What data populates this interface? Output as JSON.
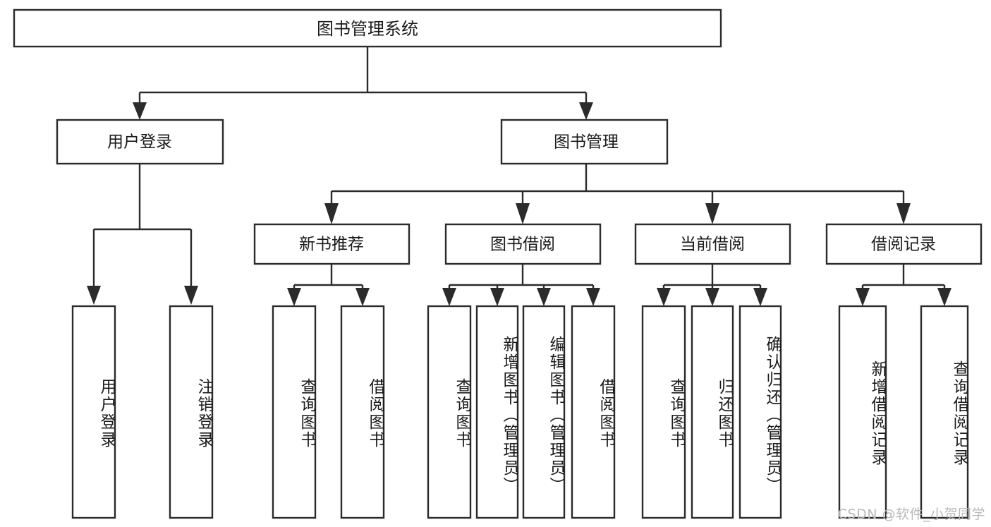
{
  "diagram": {
    "title": "图书管理系统",
    "type": "tree-hierarchy-chart",
    "background_color": "#ffffff",
    "line_color": "#2b2b2b",
    "text_color": "#1b1b1b"
  },
  "root": {
    "label": "图书管理系统"
  },
  "level2": [
    {
      "label": "用户登录"
    },
    {
      "label": "图书管理"
    }
  ],
  "level3": [
    {
      "label": "新书推荐"
    },
    {
      "label": "图书借阅"
    },
    {
      "label": "当前借阅"
    },
    {
      "label": "借阅记录"
    }
  ],
  "leaves": {
    "user_login": [
      {
        "label": "用户登录"
      },
      {
        "label": "注销登录"
      }
    ],
    "new_book_recommend": [
      {
        "label": "查询图书"
      },
      {
        "label": "借阅图书"
      }
    ],
    "book_borrow": [
      {
        "label": "查询图书"
      },
      {
        "label": "新增图书（管理员）"
      },
      {
        "label": "编辑图书（管理员）"
      },
      {
        "label": "借阅图书"
      }
    ],
    "current_borrow": [
      {
        "label": "查询图书"
      },
      {
        "label": "归还图书"
      },
      {
        "label": "确认归还（管理员）"
      }
    ],
    "borrow_record": [
      {
        "label": "新增借阅记录"
      },
      {
        "label": "查询借阅记录"
      }
    ]
  },
  "watermark": {
    "text": "CSDN @软件_小贺同学"
  }
}
